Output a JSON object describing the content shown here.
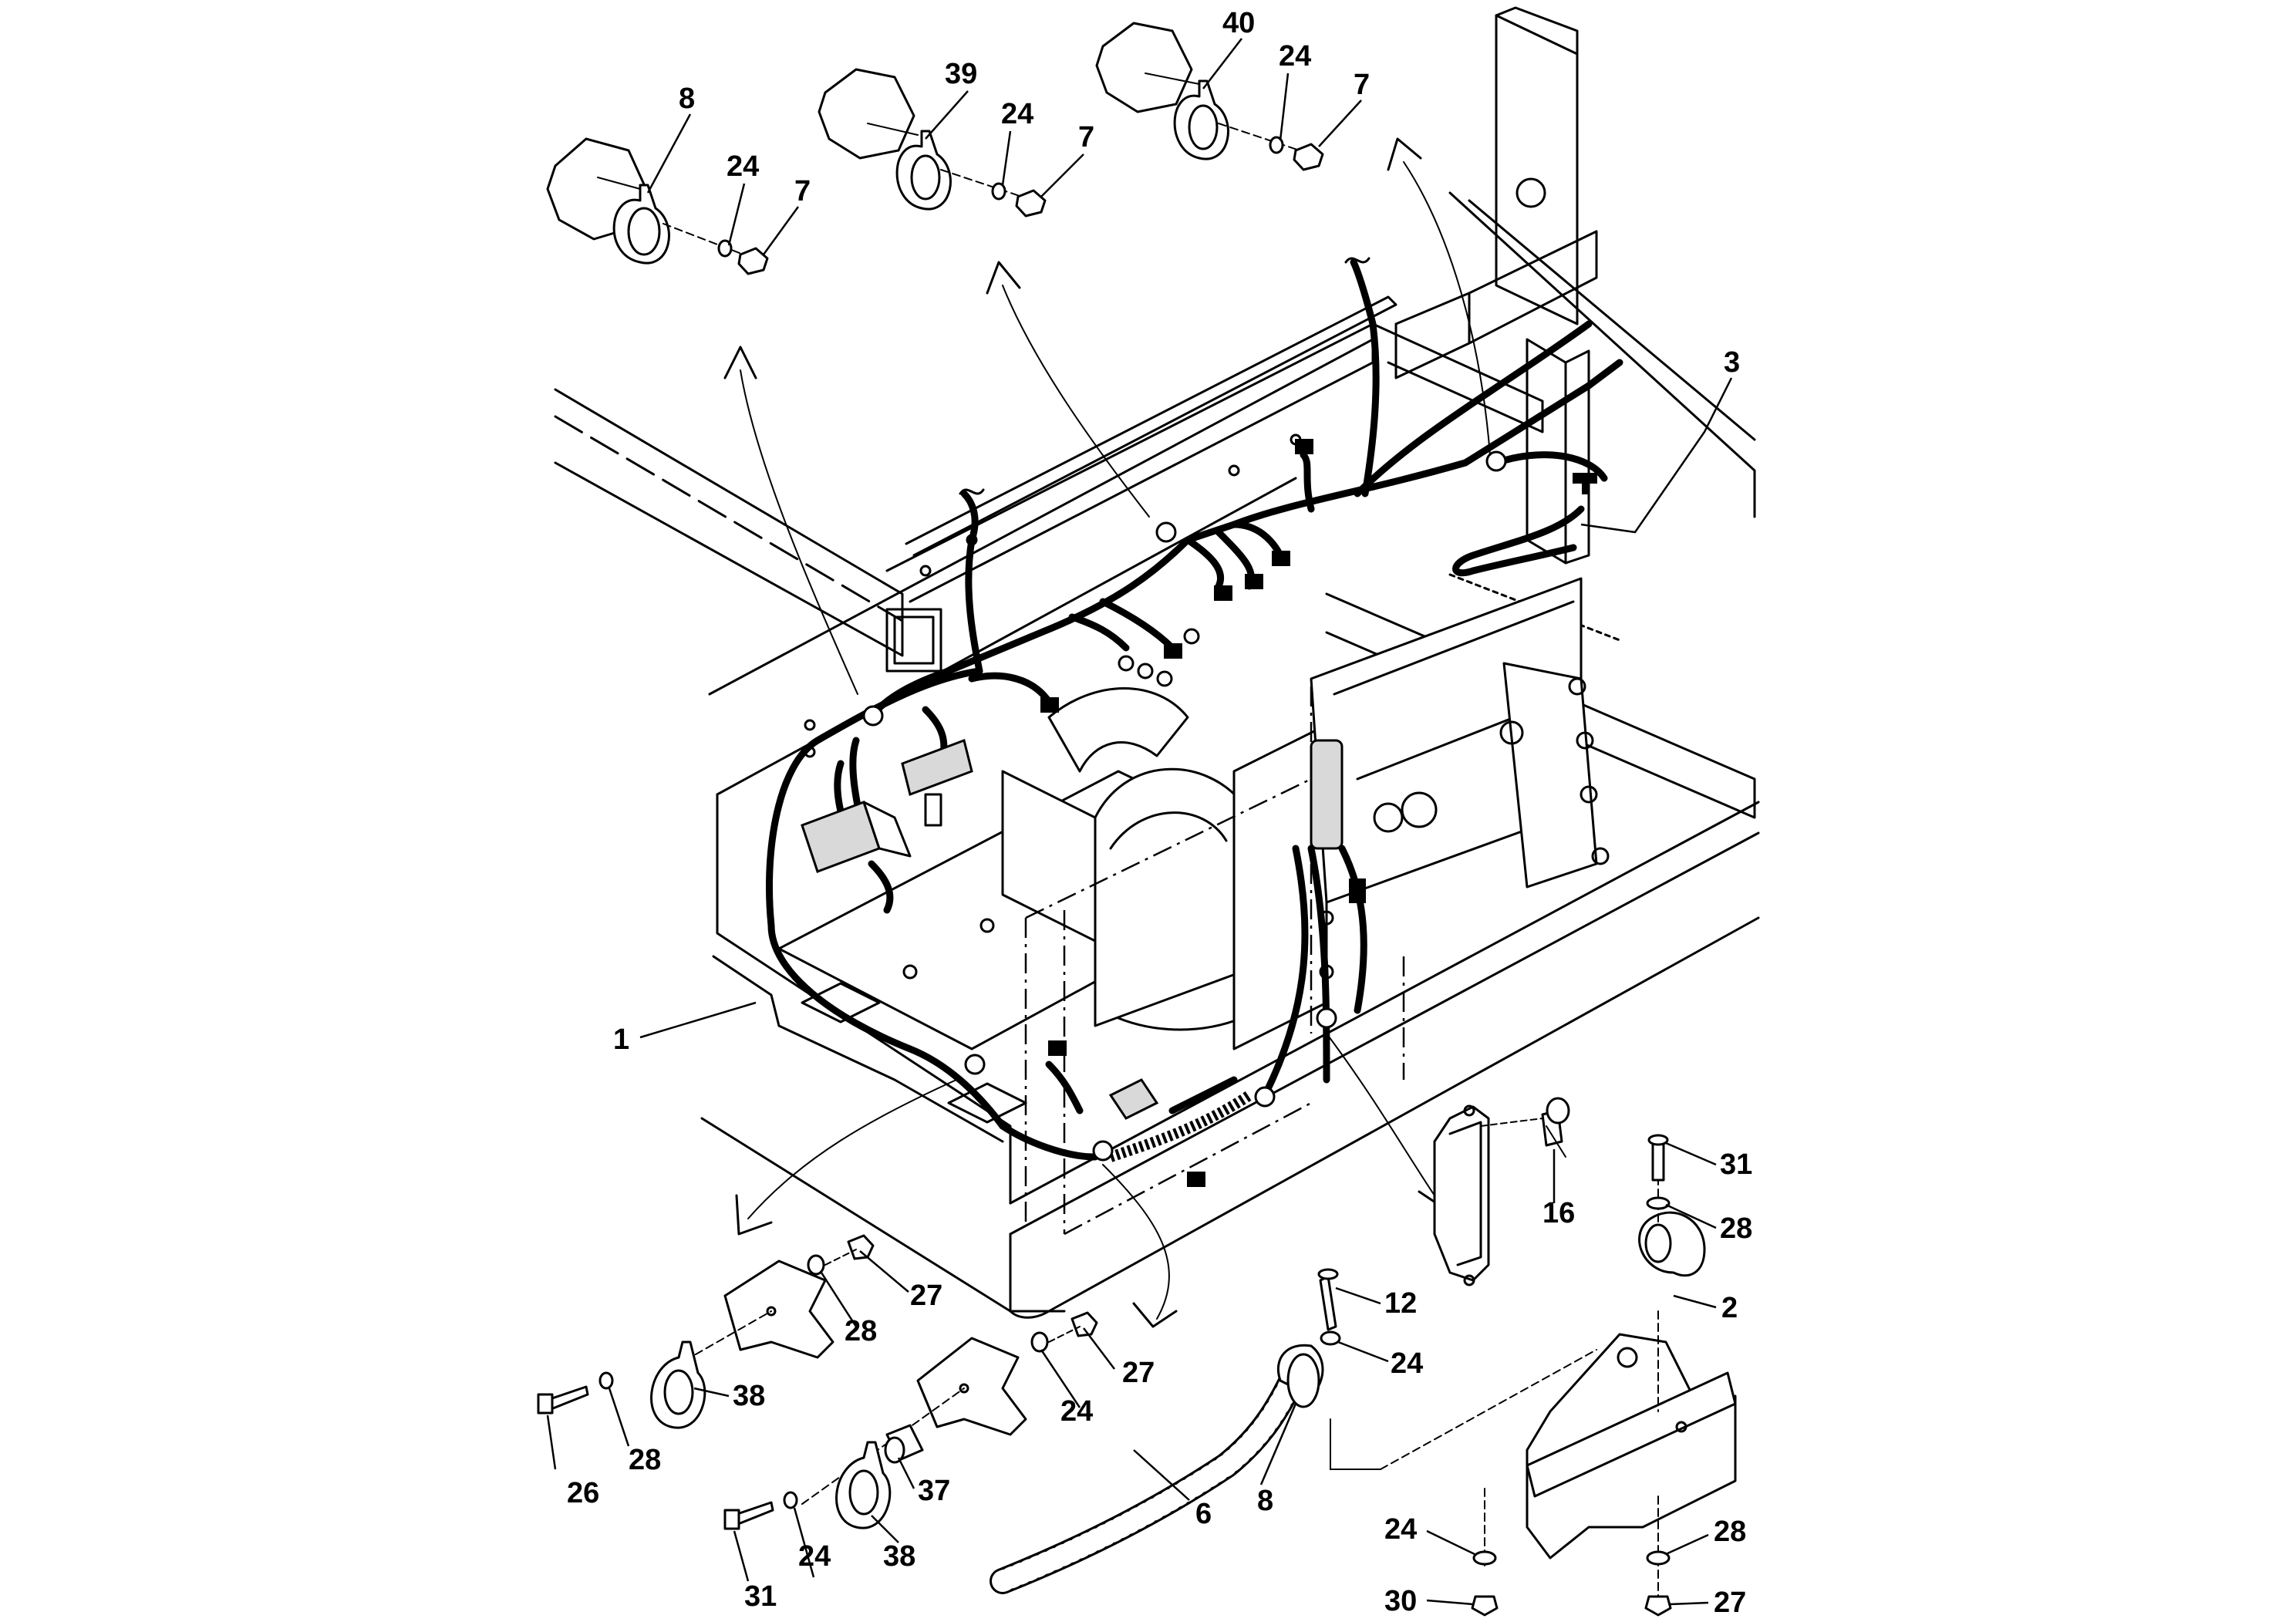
{
  "callouts": {
    "c1": "1",
    "c2": "2",
    "c3": "3",
    "c6": "6",
    "c7a": "7",
    "c7b": "7",
    "c7c": "7",
    "c8a": "8",
    "c8b": "8",
    "c12": "12",
    "c16": "16",
    "c24a": "24",
    "c24b": "24",
    "c24c": "24",
    "c24d": "24",
    "c24e": "24",
    "c24f": "24",
    "c24g": "24",
    "c26": "26",
    "c27a": "27",
    "c27b": "27",
    "c27c": "27",
    "c28a": "28",
    "c28b": "28",
    "c28c": "28",
    "c28d": "28",
    "c30": "30",
    "c31a": "31",
    "c31b": "31",
    "c37": "37",
    "c38a": "38",
    "c38b": "38",
    "c39": "39",
    "c40": "40"
  }
}
